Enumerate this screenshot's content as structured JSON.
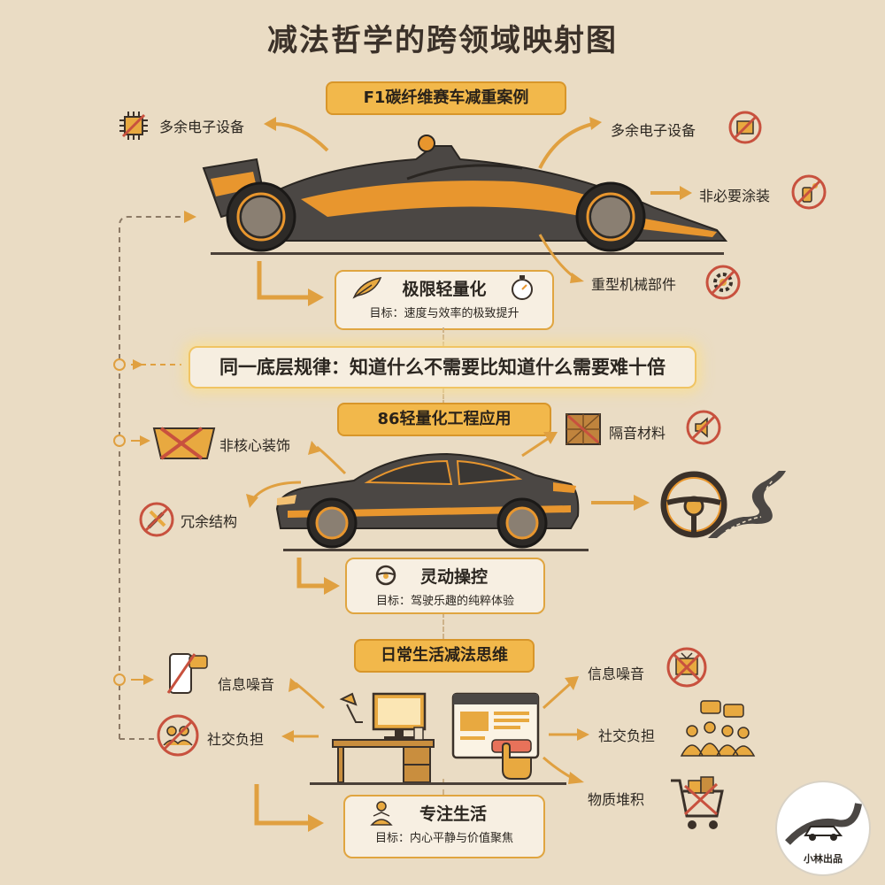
{
  "title": "减法哲学的跨领域映射图",
  "f1": {
    "header": "F1碳纤维赛车减重案例",
    "labels": {
      "electronics_left": "多余电子设备",
      "electronics_right": "多余电子设备",
      "paint": "非必要涂装",
      "heavy_parts": "重型机械部件"
    },
    "goal_title": "极限轻量化",
    "goal_sub": "目标：速度与效率的极致提升"
  },
  "principle": "同一底层规律：知道什么不需要比知道什么需要难十倍",
  "car86": {
    "header": "86轻量化工程应用",
    "labels": {
      "decoration": "非核心装饰",
      "soundproof": "隔音材料",
      "redundant": "冗余结构"
    },
    "goal_title": "灵动操控",
    "goal_sub": "目标：驾驶乐趣的纯粹体验"
  },
  "life": {
    "header": "日常生活减法思维",
    "labels": {
      "info_noise_left": "信息噪音",
      "social_left": "社交负担",
      "info_noise_right": "信息噪音",
      "social_right": "社交负担",
      "clutter": "物质堆积"
    },
    "goal_title": "专注生活",
    "goal_sub": "目标：内心平静与价值聚焦"
  },
  "logo_text": "小林出品",
  "colors": {
    "background": "#eadcc4",
    "accent": "#f2b84b",
    "accent_dark": "#d8962a",
    "car_body": "#4b4744",
    "prohibit": "#c8513e"
  },
  "icons": [
    "chip-icon",
    "electronics-prohibited-icon",
    "spray-prohibited-icon",
    "gear-prohibited-icon",
    "feather-icon",
    "stopwatch-icon",
    "decoration-prohibited-icon",
    "soundproof-panel-icon",
    "mute-prohibited-icon",
    "tools-prohibited-icon",
    "steering-wheel-icon",
    "winding-road-icon",
    "phone-prohibited-icon",
    "people-prohibited-icon",
    "desk-computer-icon",
    "browser-window-icon",
    "tv-prohibited-icon",
    "group-chat-icon",
    "shopping-cart-icon",
    "meditation-icon"
  ]
}
